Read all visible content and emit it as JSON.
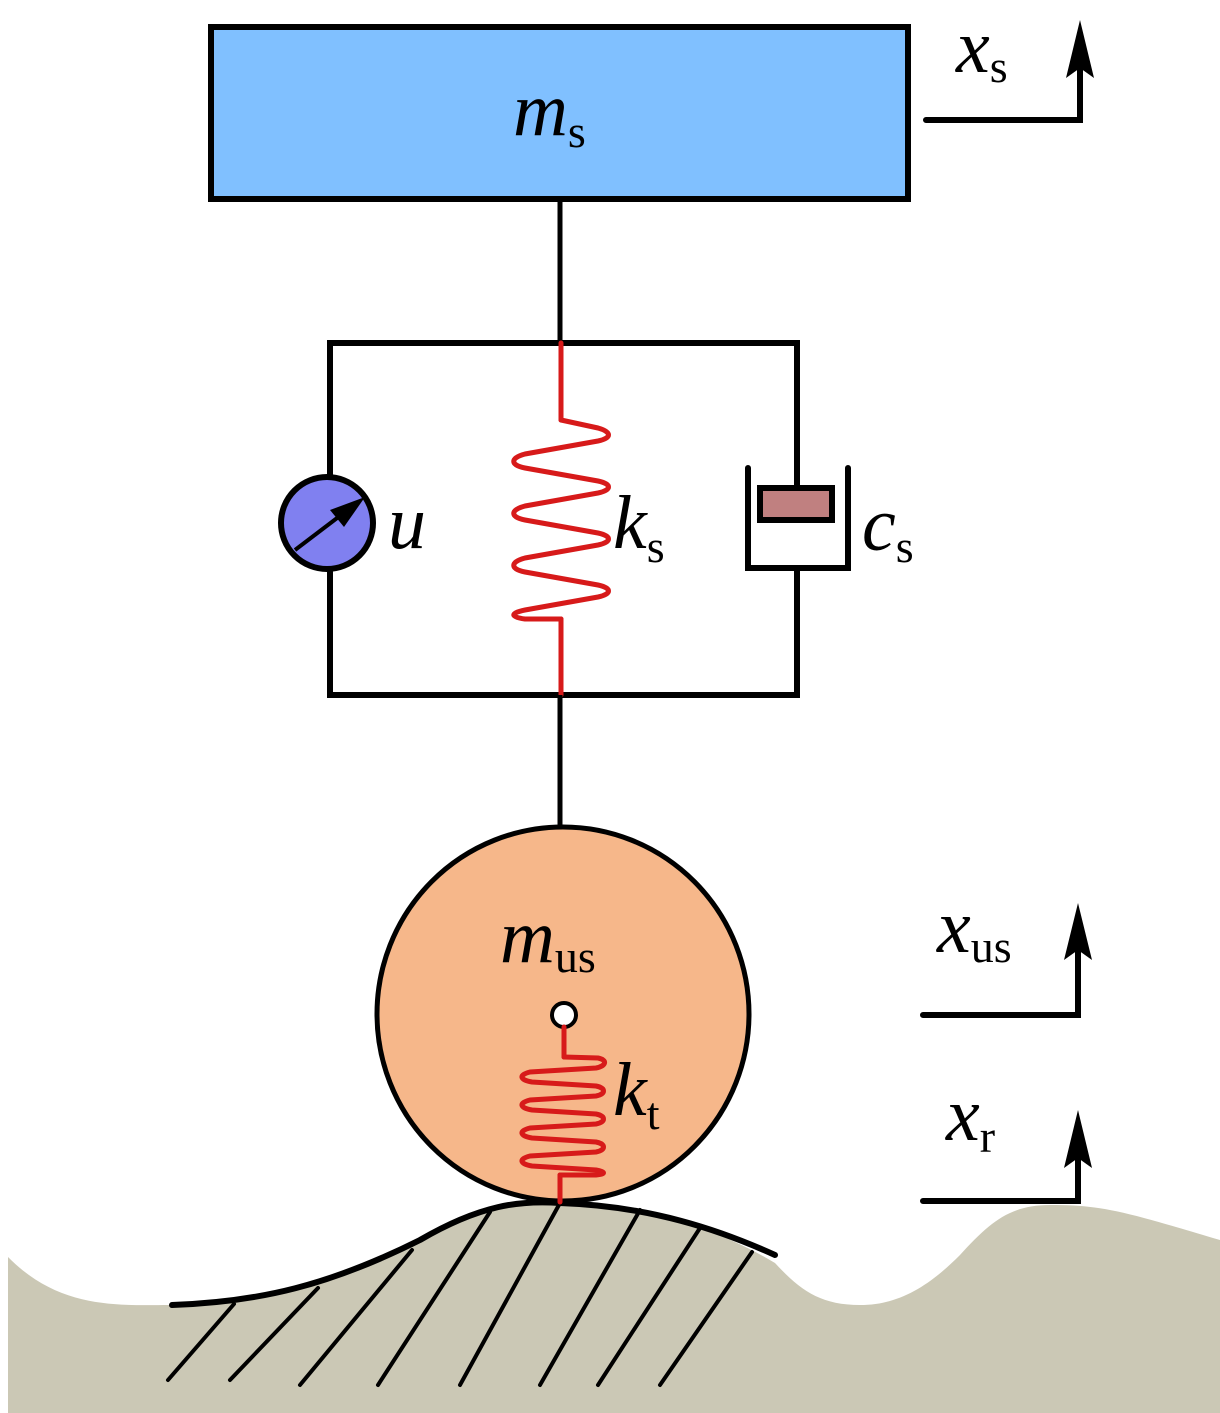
{
  "title": "Quarter-car active suspension model",
  "colors": {
    "sprung_mass_fill": "#80c0ff",
    "unsprung_mass_fill": "#f6b78a",
    "actuator_fill": "#8080f0",
    "damper_piston_fill": "#c08080",
    "spring_color": "#d71a1a",
    "road_fill": "#cbc8b5",
    "line_color": "#000000"
  },
  "components": {
    "sprung_mass": {
      "symbol": "m",
      "subscript": "s"
    },
    "unsprung_mass": {
      "symbol": "m",
      "subscript": "us"
    },
    "actuator": {
      "symbol": "u",
      "subscript": ""
    },
    "suspension_spring": {
      "symbol": "k",
      "subscript": "s"
    },
    "suspension_damper": {
      "symbol": "c",
      "subscript": "s"
    },
    "tire_spring": {
      "symbol": "k",
      "subscript": "t"
    }
  },
  "displacements": {
    "sprung": {
      "symbol": "x",
      "subscript": "s"
    },
    "unsprung": {
      "symbol": "x",
      "subscript": "us"
    },
    "road": {
      "symbol": "x",
      "subscript": "r"
    }
  }
}
